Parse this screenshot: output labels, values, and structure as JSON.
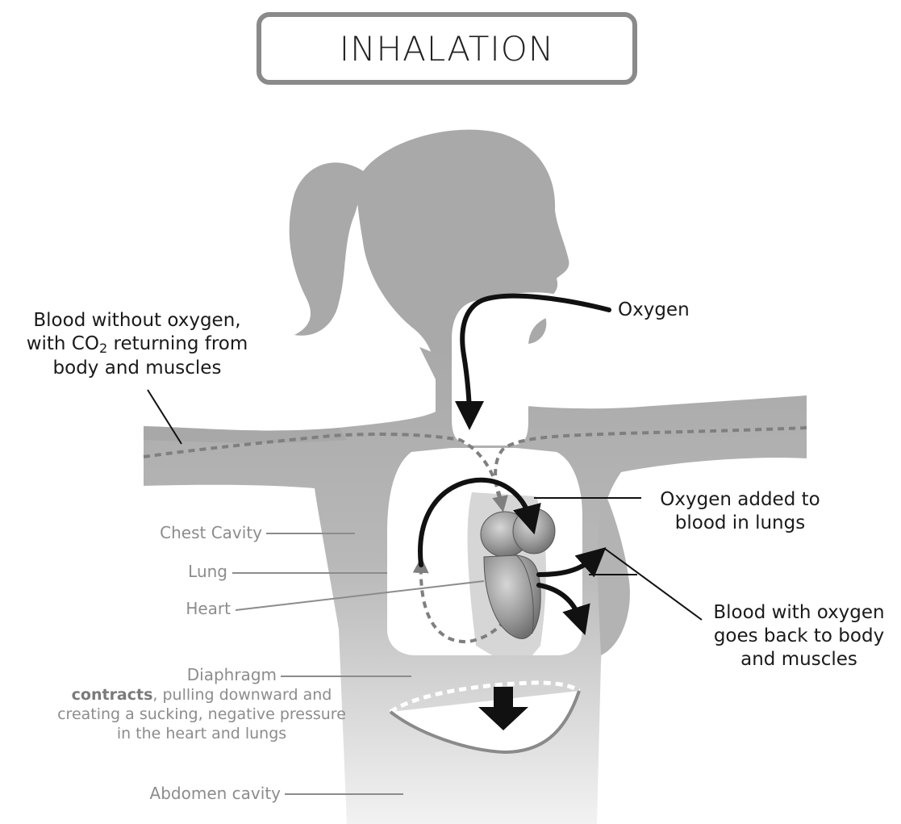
{
  "title": "INHALATION",
  "labels": {
    "oxygen": "Oxygen",
    "blood_without_oxygen": {
      "line1": "Blood without oxygen,",
      "line2_prefix": "with CO",
      "line2_sub": "2",
      "line2_suffix": " returning from",
      "line3": "body and muscles"
    },
    "oxygen_added": {
      "line1": "Oxygen added to",
      "line2": "blood in lungs"
    },
    "blood_with_oxygen": {
      "line1": "Blood with oxygen",
      "line2": "goes back to body",
      "line3": "and muscles"
    },
    "chest_cavity": "Chest Cavity",
    "lung": "Lung",
    "heart": "Heart",
    "diaphragm": "Diaphragm",
    "diaphragm_desc": {
      "bold": "contracts",
      "line1_rest": ", pulling downward and",
      "line2": "creating a sucking, negative pressure",
      "line3": "in the heart and lungs"
    },
    "abdomen_cavity": "Abdomen cavity"
  },
  "colors": {
    "body": "#a9a9a9",
    "body_light": "#e6e6e6",
    "dark_arrow": "#111111",
    "dashed": "#7f7f7f",
    "grey_label": "#8c8c8c",
    "title_border": "#8a8a8a"
  }
}
